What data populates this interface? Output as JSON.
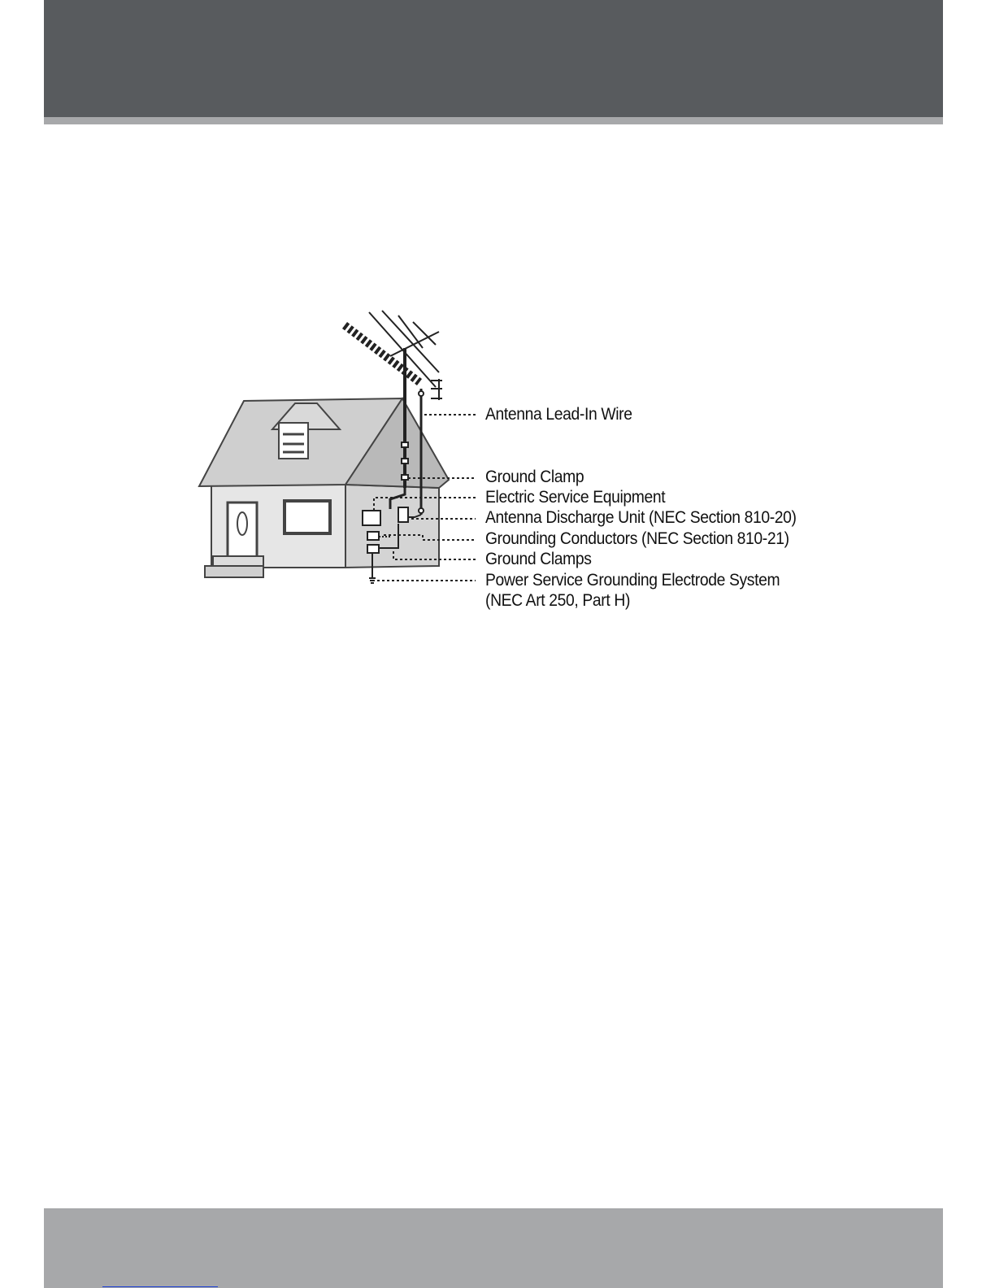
{
  "footer": {
    "link_text": ""
  },
  "figure": {
    "labels": [
      "Antenna Lead-In Wire",
      "Ground Clamp",
      "Electric Service Equipment",
      "Antenna Discharge Unit (NEC Section 810-20)",
      "Grounding Conductors (NEC Section 810-21)",
      "Ground Clamps",
      "Power Service Grounding Electrode System",
      "(NEC Art 250, Part H)"
    ]
  }
}
